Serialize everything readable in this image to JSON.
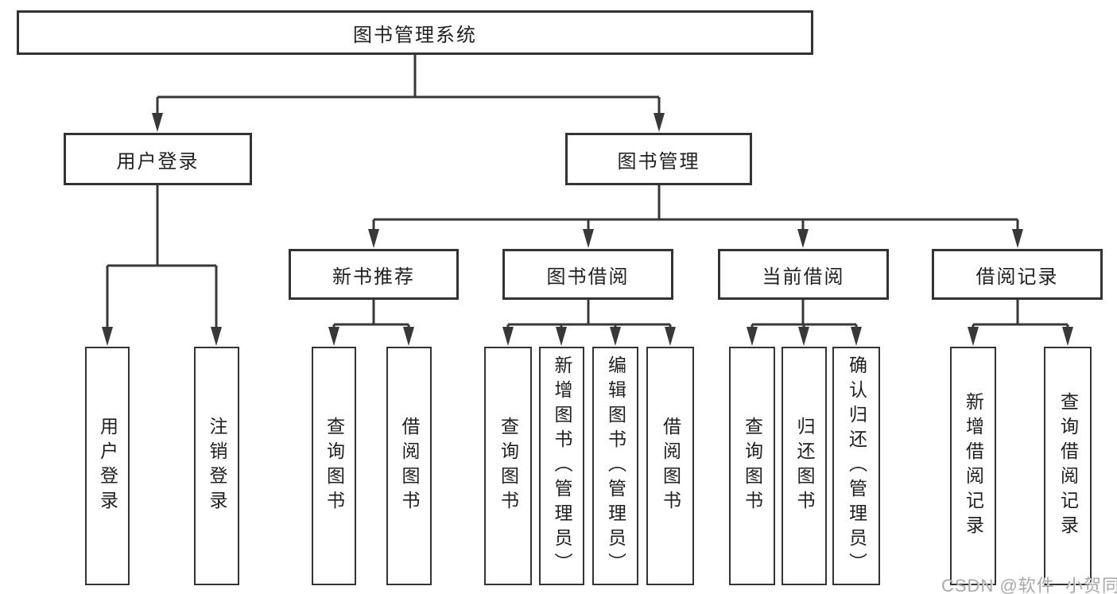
{
  "nodes": {
    "root": "图书管理系统",
    "level2": [
      "用户登录",
      "图书管理"
    ],
    "level3": [
      "新书推荐",
      "图书借阅",
      "当前借阅",
      "借阅记录"
    ],
    "login_children": [
      "用户登录",
      "注销登录"
    ],
    "recommend_children": [
      "查询图书",
      "借阅图书"
    ],
    "borrow_children": [
      "查询图书",
      "新增图书（管理员）",
      "编辑图书（管理员）",
      "借阅图书"
    ],
    "current_children": [
      "查询图书",
      "归还图书",
      "确认归还（管理员）"
    ],
    "record_children": [
      "新增借阅记录",
      "查询借阅记录"
    ]
  },
  "watermark": "CSDN @软件_小贺同学",
  "colors": {
    "line": "#383838",
    "border": "#333333",
    "text": "#1f1f1f",
    "watermark": "#a9a9a9"
  }
}
